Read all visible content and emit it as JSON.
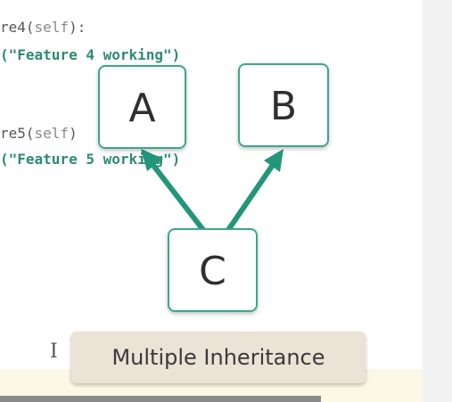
{
  "code": {
    "line1": {
      "def": "re4(",
      "self": "self",
      "tail": "):"
    },
    "line2": {
      "text": "(\"Feature 4 working\")"
    },
    "line3": {
      "def": "re5(",
      "self": "self",
      "tail": ")"
    },
    "line4": {
      "text": "(\"Feature 5 working\")"
    }
  },
  "diagram": {
    "nodes": {
      "a": "A",
      "b": "B",
      "c": "C"
    },
    "arrow_color": "#22967a",
    "box_border_color": "#3aa88a"
  },
  "caption": {
    "text": "Multiple Inheritance"
  },
  "cursor_icon": "text-cursor-icon"
}
